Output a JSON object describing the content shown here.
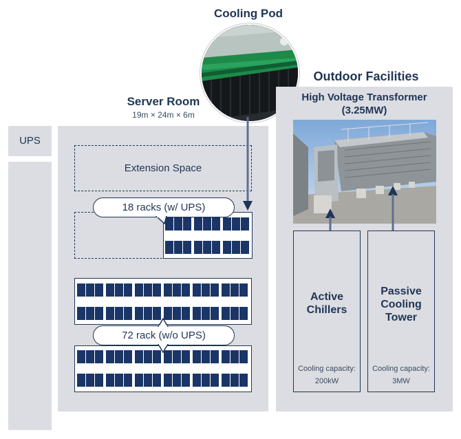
{
  "cooling_pod": {
    "label": "Cooling Pod"
  },
  "ups": {
    "label": "UPS"
  },
  "server_room": {
    "title": "Server Room",
    "dimensions": "19m × 24m × 6m",
    "extension_label": "Extension Space",
    "callout_ups": "18 racks (w/ UPS)",
    "callout_no_ups": "72 rack (w/o UPS)"
  },
  "outdoor": {
    "title": "Outdoor Facilities",
    "transformer_line1": "High Voltage Transformer",
    "transformer_line2": "(3.25MW)",
    "active": {
      "name_line1": "Active",
      "name_line2": "Chillers",
      "cap_label": "Cooling capacity:",
      "cap_value": "200kW"
    },
    "passive": {
      "name_line1": "Passive",
      "name_line2": "Cooling",
      "name_line3": "Tower",
      "cap_label": "Cooling capacity:",
      "cap_value": "3MW"
    }
  },
  "colors": {
    "panel": "#dcdde2",
    "navy": "#1f3555",
    "rack": "#1a3566",
    "arrow": "#5e6f90"
  }
}
